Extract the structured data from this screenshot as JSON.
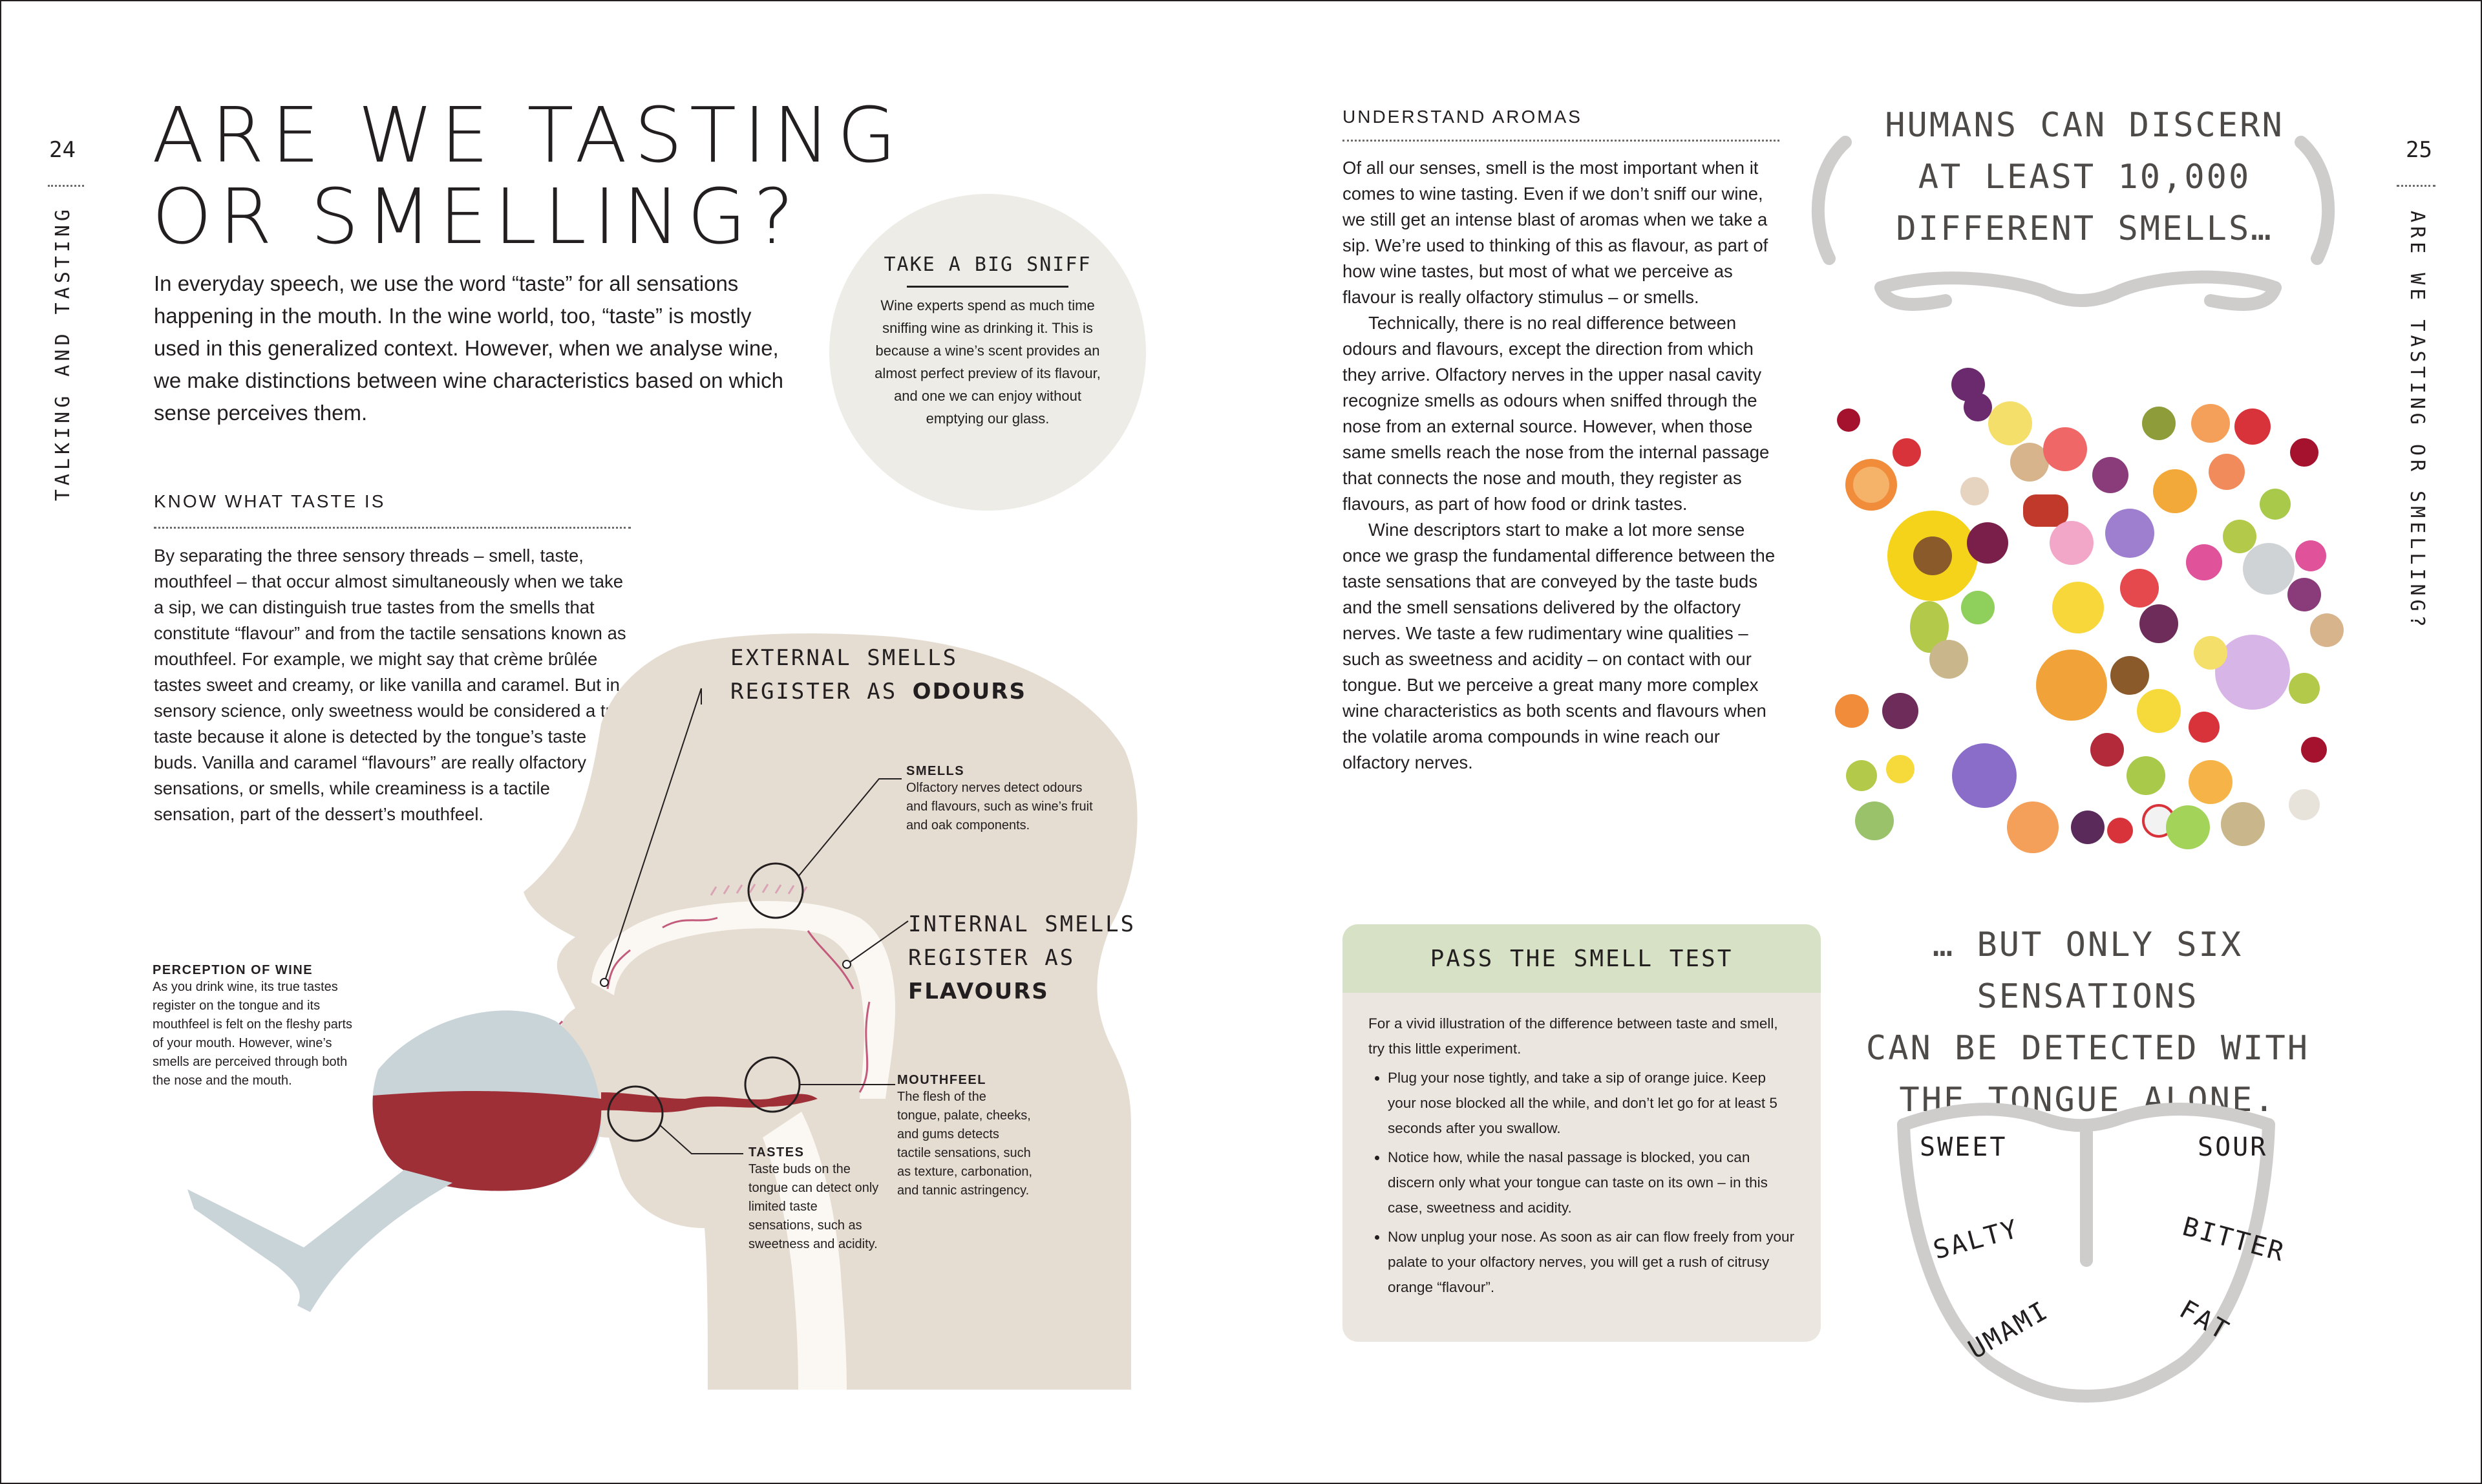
{
  "left_page": {
    "page_number": "24",
    "running_head": "TALKING AND TASTING",
    "title_line1": "ARE WE TASTING",
    "title_line2": "OR SMELLING?",
    "intro": "In everyday speech, we use the word “taste” for all sensations happening in the mouth. In the wine world, too, “taste” is mostly used in this generalized context. However, when we analyse wine, we make distinctions between wine characteristics based on which sense perceives them.",
    "section_heading": "KNOW WHAT TASTE IS",
    "section_body": "By separating the three sensory threads – smell, taste, mouthfeel – that occur almost simultaneously when we take a sip, we can distinguish true tastes from the smells that constitute “flavour” and from the tactile sensations known as mouthfeel. For example, we might say that crème brûlée tastes sweet and creamy, or like vanilla and caramel. But in sensory science, only sweetness would be considered a true taste because it alone is detected by the tongue’s taste buds. Vanilla and caramel “flavours” are really olfactory sensations, or smells, while creaminess is a tactile sensation, part of the dessert’s mouthfeel."
  },
  "sidebar_circle": {
    "heading": "TAKE A BIG SNIFF",
    "text": "Wine experts spend as much time sniffing wine as drinking it. This is because a wine’s scent provides an almost perfect preview of its flavour, and one we can enjoy without emptying our glass."
  },
  "diagram": {
    "external_line1": "EXTERNAL SMELLS",
    "external_line2": "REGISTER AS",
    "external_bold": "ODOURS",
    "internal_line1": "INTERNAL SMELLS",
    "internal_line2": "REGISTER AS",
    "internal_bold": "FLAVOURS",
    "perception_heading": "PERCEPTION OF WINE",
    "perception_text": "As you drink wine, its true tastes register on the tongue and its mouthfeel is felt on the fleshy parts of your mouth. However, wine’s smells are perceived through both the nose and the mouth.",
    "smells_heading": "SMELLS",
    "smells_text": "Olfactory nerves detect odours and flavours, such as wine’s fruit and oak components.",
    "mouthfeel_heading": "MOUTHFEEL",
    "mouthfeel_text": "The flesh of the tongue, palate, cheeks, and gums detects tactile sensations, such as texture, carbonation, and tannic astringency.",
    "tastes_heading": "TASTES",
    "tastes_text": "Taste buds on the tongue can detect only limited taste sensations, such as sweetness and acidity."
  },
  "right_page": {
    "page_number": "25",
    "running_head": "ARE WE TASTING OR SMELLING?",
    "section_heading": "UNDERSTAND AROMAS",
    "para1": "Of all our senses, smell is the most important when it comes to wine tasting. Even if we don’t sniff our wine, we still get an intense blast of aromas when we take a sip. We’re used to thinking of this as flavour, as part of how wine tastes, but most of what we perceive as flavour is really olfactory stimulus – or smells.",
    "para2": "Technically, there is no real difference between odours and flavours, except the direction from which they arrive. Olfactory nerves in the upper nasal cavity recognize smells as odours when sniffed through the nose from an external source. However, when those same smells reach the nose from the internal passage that connects the nose and mouth, they register as flavours, as part of how food or drink tastes.",
    "para3": "Wine descriptors start to make a lot more sense once we grasp the fundamental difference between the taste sensations that are conveyed by the taste buds and the smell sensations delivered by the olfactory nerves. We taste a few rudimentary wine qualities – such as sweetness and acidity – on contact with our tongue. But we perceive a great many more complex wine characteristics as both scents and flavours when the volatile aroma compounds in wine reach our olfactory nerves.",
    "humans_line1": "HUMANS CAN DISCERN",
    "humans_line2": "AT LEAST 10,000",
    "humans_line3": "DIFFERENT SMELLS…",
    "six_line1": "… BUT ONLY SIX SENSATIONS",
    "six_line2": "CAN BE DETECTED WITH",
    "six_line3": "THE TONGUE ALONE.",
    "tongue_words": [
      "SWEET",
      "SOUR",
      "SALTY",
      "BITTER",
      "UMAMI",
      "FAT"
    ]
  },
  "smell_test": {
    "heading": "PASS THE SMELL TEST",
    "intro": "For a vivid illustration of the difference between taste and smell, try this little experiment.",
    "bullets": [
      "Plug your nose tightly, and take a sip of orange juice. Keep your nose blocked all the while, and don’t let go for at least 5 seconds after you swallow.",
      "Notice how, while the nasal passage is blocked, you can discern only what your tongue can taste on its own – in this case, sweetness and acidity.",
      "Now unplug your nose. As soon as air can flow freely from your palate to your olfactory nerves, you will get a rush of citrusy orange “flavour”."
    ]
  },
  "colors": {
    "head_silhouette": "#e6ddd2",
    "wine_red": "#9e2f37",
    "glass": "#c9d4d9",
    "box_bg": "#ebe7e0",
    "box_header": "#d6e1c6",
    "outline_grey": "#cfcccc"
  }
}
